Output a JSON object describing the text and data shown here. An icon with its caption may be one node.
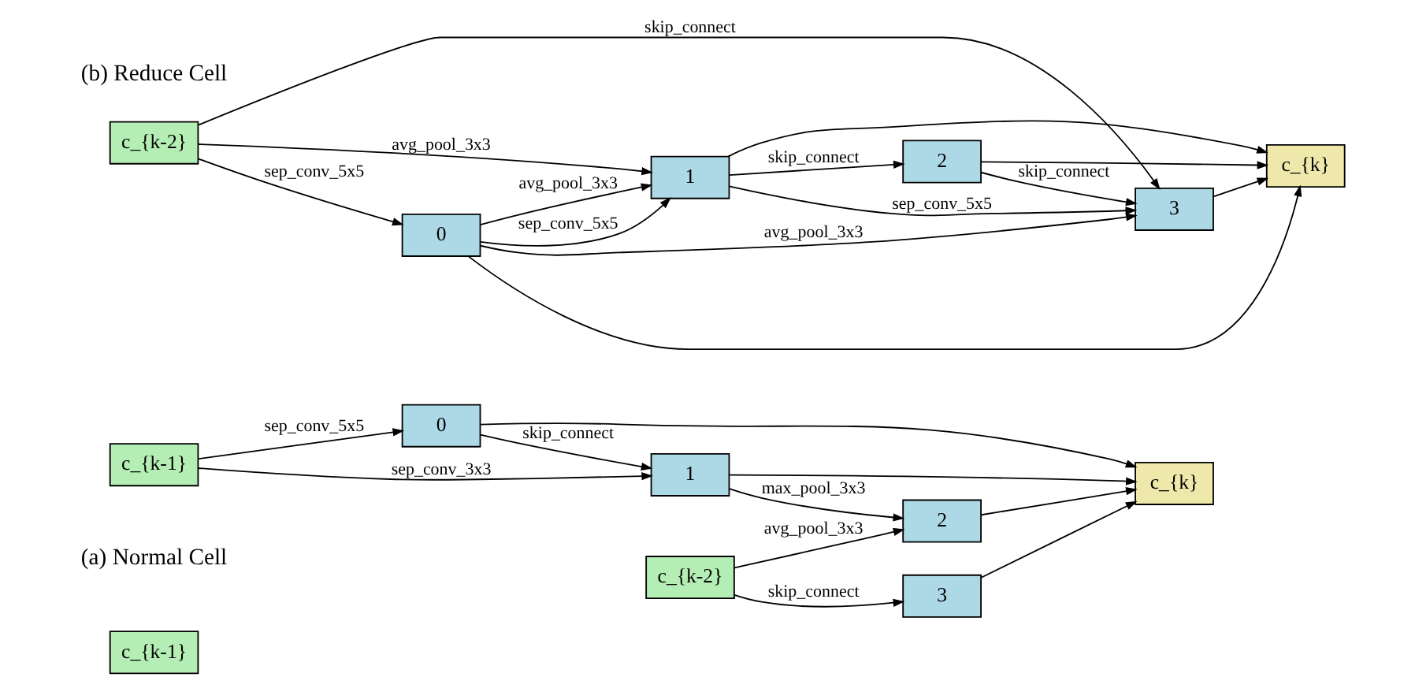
{
  "diagram": {
    "nodes": [
      {
        "text": [
          "c_{k-1}"
        ]
      },
      {
        "text": [
          "c_{k-2}"
        ]
      },
      {
        "text": [
          "0"
        ]
      },
      {
        "text": [
          "1"
        ]
      },
      {
        "text": [
          "2"
        ]
      },
      {
        "text": [
          "3"
        ]
      },
      {
        "text": [
          "c_{k}"
        ]
      },
      {
        "text": [
          "c_{k-1}"
        ]
      },
      {
        "text": [
          "c_{k-2}"
        ]
      },
      {
        "text": [
          "0"
        ]
      },
      {
        "text": [
          "1"
        ]
      },
      {
        "text": [
          "2"
        ]
      },
      {
        "text": [
          "3"
        ]
      },
      {
        "text": [
          "c_{k}"
        ]
      }
    ],
    "edges": [
      {
        "from": 0,
        "to": 2,
        "arrow": "to",
        "label": "sep_conv_5x5"
      },
      {
        "from": 0,
        "to": 3,
        "arrow": "to",
        "label": "sep_conv_3x3"
      },
      {
        "from": 2,
        "to": 3,
        "arrow": "to",
        "label": "skip_connect"
      },
      {
        "from": 1,
        "to": 5,
        "arrow": "to",
        "label": "skip_connect"
      },
      {
        "from": 1,
        "to": 4,
        "arrow": "to",
        "label": "avg_pool_3x3"
      },
      {
        "from": 3,
        "to": 4,
        "arrow": "to",
        "label": "max_pool_3x3"
      },
      {
        "from": 2,
        "to": 6,
        "arrow": "to"
      },
      {
        "from": 3,
        "to": 6,
        "arrow": "to"
      },
      {
        "from": 4,
        "to": 6,
        "arrow": "to"
      },
      {
        "from": 5,
        "to": 6,
        "arrow": "to"
      },
      {
        "from": 8,
        "to": 12,
        "arrow": "to",
        "label": "skip_connect"
      },
      {
        "from": 8,
        "to": 10,
        "arrow": "to",
        "label": "avg_pool_3x3"
      },
      {
        "from": 8,
        "to": 9,
        "arrow": "to",
        "label": "sep_conv_5x5"
      },
      {
        "from": 9,
        "to": 10,
        "arrow": "to",
        "label": "sep_conv_5x5"
      },
      {
        "from": 9,
        "to": 10,
        "arrow": "to",
        "label": "avg_pool_3x3"
      },
      {
        "from": 10,
        "to": 11,
        "arrow": "to",
        "label": "skip_connect"
      },
      {
        "from": 10,
        "to": 12,
        "arrow": "to",
        "label": "sep_conv_5x5"
      },
      {
        "from": 11,
        "to": 12,
        "arrow": "to",
        "label": "skip_connect"
      },
      {
        "from": 9,
        "to": 12,
        "arrow": "to",
        "label": "avg_pool_3x3"
      },
      {
        "from": 10,
        "to": 13,
        "arrow": "to"
      },
      {
        "from": 11,
        "to": 13,
        "arrow": "to"
      },
      {
        "from": 12,
        "to": 13,
        "arrow": "to"
      },
      {
        "from": 9,
        "to": 13,
        "arrow": "to"
      }
    ],
    "labels": [
      "(a) Normal Cell",
      "(b) Reduce Cell"
    ]
  }
}
